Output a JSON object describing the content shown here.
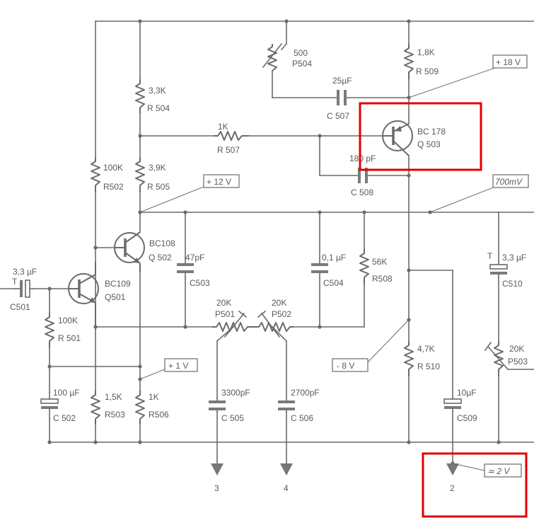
{
  "components": {
    "R501": {
      "value": "100K",
      "ref": "R 501"
    },
    "R502": {
      "value": "100K",
      "ref": "R502"
    },
    "R503": {
      "value": "1,5K",
      "ref": "R503"
    },
    "R504": {
      "value": "3,3K",
      "ref": "R 504"
    },
    "R505": {
      "value": "3,9K",
      "ref": "R 505"
    },
    "R506": {
      "value": "1K",
      "ref": "R506"
    },
    "R507": {
      "value": "1K",
      "ref": "R 507"
    },
    "R508": {
      "value": "56K",
      "ref": "R508"
    },
    "R509": {
      "value": "1,8K",
      "ref": "R 509"
    },
    "R510": {
      "value": "4,7K",
      "ref": "R 510"
    },
    "C501": {
      "value": "3,3 µF",
      "ref": "C501",
      "pol": "T"
    },
    "C502": {
      "value": "100 µF",
      "ref": "C 502"
    },
    "C503": {
      "value": "47pF",
      "ref": "C503"
    },
    "C504": {
      "value": "0,1 µF",
      "ref": "C504"
    },
    "C505": {
      "value": "3300pF",
      "ref": "C 505"
    },
    "C506": {
      "value": "2700pF",
      "ref": "C 506"
    },
    "C507": {
      "value": "25µF",
      "ref": "C 507"
    },
    "C508": {
      "value": "180 pF",
      "ref": "C 508"
    },
    "C509": {
      "value": "10µF",
      "ref": "C509"
    },
    "C510": {
      "value": "3,3 µF",
      "ref": "C510",
      "pol": "T"
    },
    "P501": {
      "value": "20K",
      "ref": "P501"
    },
    "P502": {
      "value": "20K",
      "ref": "P502"
    },
    "P503": {
      "value": "20K",
      "ref": "P503"
    },
    "P504": {
      "value": "500",
      "ref": "P504"
    },
    "Q501": {
      "type": "BC109",
      "ref": "Q501"
    },
    "Q502": {
      "type": "BC108",
      "ref": "Q 502"
    },
    "Q503": {
      "type": "BC 178",
      "ref": "Q 503"
    }
  },
  "voltages": {
    "v18": "+ 18 V",
    "v12": "+ 12 V",
    "v700": "700mV",
    "v1": "+ 1 V",
    "vm8": "- 8 V",
    "v2": "≃ 2 V"
  },
  "terminals": {
    "t2": "2",
    "t3": "3",
    "t4": "4"
  }
}
